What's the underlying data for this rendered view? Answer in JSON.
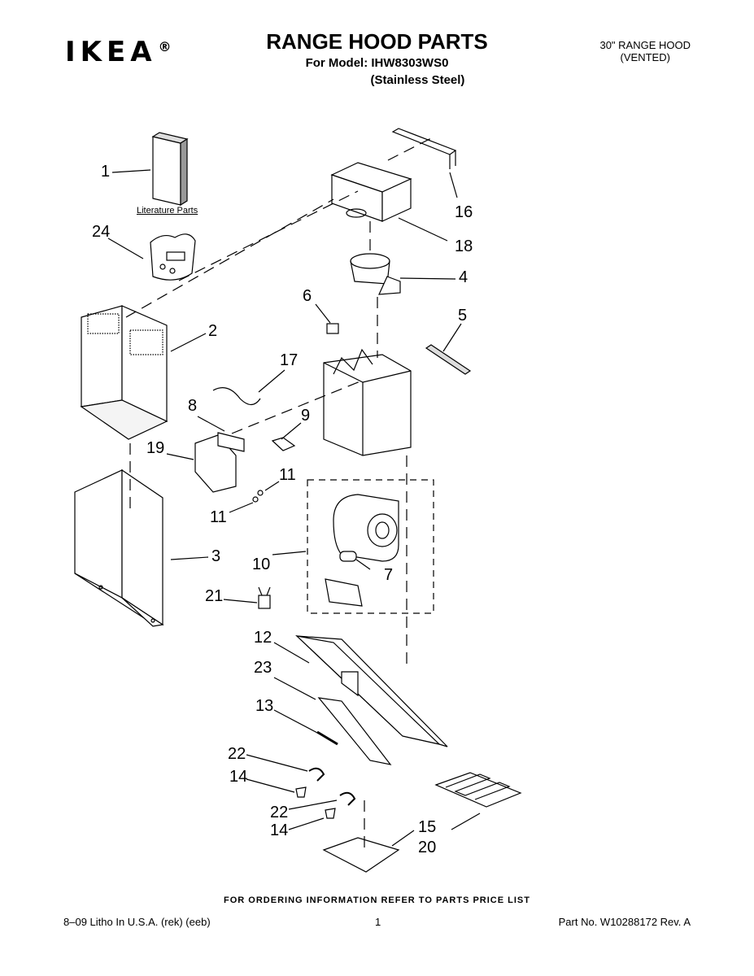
{
  "header": {
    "brand": "IKEA",
    "registered": "®",
    "title": "RANGE HOOD PARTS",
    "model_line": "For Model: IHW8303WS0",
    "finish_line": "(Stainless Steel)",
    "hood_type_line1": "30\" RANGE HOOD",
    "hood_type_line2": "(VENTED)"
  },
  "diagram": {
    "literature_label": "Literature Parts",
    "callouts": {
      "c1": "1",
      "c2": "2",
      "c3": "3",
      "c4": "4",
      "c5": "5",
      "c6": "6",
      "c7": "7",
      "c8": "8",
      "c9": "9",
      "c10": "10",
      "c11a": "11",
      "c11b": "11",
      "c12": "12",
      "c13": "13",
      "c14a": "14",
      "c14b": "14",
      "c15": "15",
      "c16": "16",
      "c17": "17",
      "c18": "18",
      "c19": "19",
      "c20": "20",
      "c21": "21",
      "c22a": "22",
      "c22b": "22",
      "c23": "23",
      "c24": "24"
    }
  },
  "footer": {
    "ordering_info": "FOR ORDERING INFORMATION REFER TO PARTS PRICE LIST",
    "litho": "8–09 Litho In U.S.A. (rek) (eeb)",
    "page_number": "1",
    "part_number": "Part No. W10288172 Rev. A"
  }
}
